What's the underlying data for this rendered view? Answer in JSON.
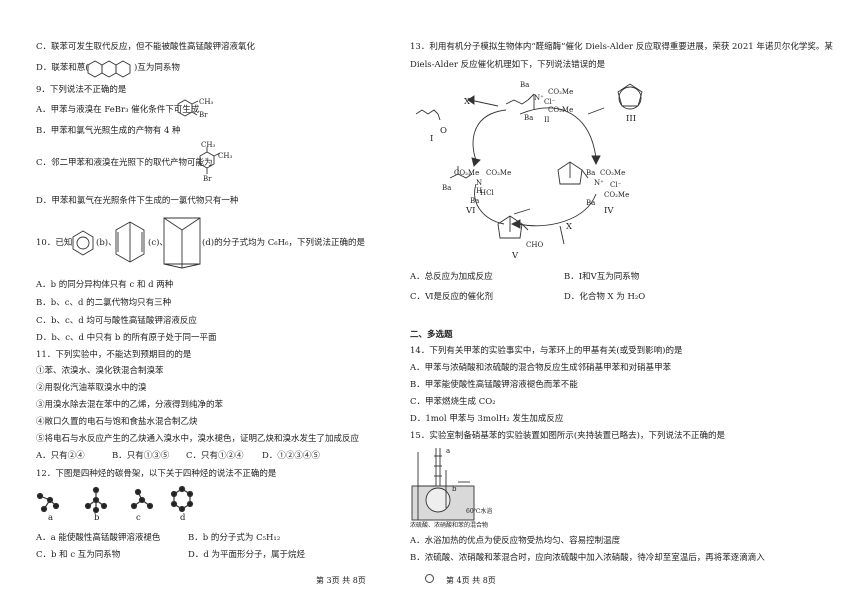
{
  "left": {
    "q8c": "C．联苯可发生取代反应，但不能被酸性高锰酸钾溶液氧化",
    "q8d_a": "D．联苯和蒽(",
    "q8d_b": ")互为同系物",
    "q9": "9．下列说法不正确的是",
    "q9a": "A．甲苯与液溴在 FeBr₃ 催化条件下可生成",
    "q9b": "B．甲苯和氯气光照生成的产物有 4 种",
    "q9c": "C．邻二甲苯和液溴在光照下的取代产物可能为",
    "q9d": "D．甲苯和氯气在光照条件下生成的一氯代物只有一种",
    "q10_pre": "10．已知",
    "q10_b": "(b)、",
    "q10_c": "(c)、",
    "q10_d": "(d)的分子式均为 C₆H₆，下列说法正确的是",
    "q10a": "A．b 的同分异构体只有 c 和 d 两种",
    "q10b": "B．b、c、d 的二氯代物均只有三种",
    "q10c": "C．b、c、d 均可与酸性高锰酸钾溶液反应",
    "q10d": "D．b、c、d 中只有 b 的所有原子处于同一平面",
    "q11": "11．下列实验中，不能达到预期目的的是",
    "q11_1": "①苯、浓溴水、溴化铁混合制溴苯",
    "q11_2": "②用裂化汽油萃取溴水中的溴",
    "q11_3": "③用溴水除去混在苯中的乙烯，分液得到纯净的苯",
    "q11_4": "④敞口久置的电石与饱和食盐水混合制乙炔",
    "q11_5": "⑤将电石与水反应产生的乙炔通入溴水中，溴水褪色，证明乙炔和溴水发生了加成反应",
    "q11_opts": [
      "A．只有②④",
      "B．只有①③⑤",
      "C．只有①②④",
      "D．①②③④⑤"
    ],
    "q12": "12．下图是四种烃的碳骨架，以下关于四种烃的说法不正确的是",
    "q12_labels": [
      "a",
      "b",
      "c",
      "d"
    ],
    "q12a": "A．a 能使酸性高锰酸钾溶液褪色",
    "q12b": "B．b 的分子式为 C₅H₁₂",
    "q12c": "C．b 和 c 互为同系物",
    "q12d": "D．d 为平面形分子，属于烷烃",
    "sub_ch3": "CH₃",
    "sub_br": "Br",
    "footer": "第 3页  共 8页"
  },
  "right": {
    "q13_l1": "13．利用有机分子模拟生物体内“醛缩酶”催化 Diels-Alder 反应取得重要进展，荣获 2021 年诺贝尔化学奖。某",
    "q13_l2": "Diels-Alder 反应催化机理如下，下列说法错误的是",
    "scheme": {
      "x_top": "X",
      "x_bottom": "X",
      "label_I": "I",
      "label_II": "II",
      "label_III": "III",
      "label_IV": "IV",
      "label_V": "V",
      "label_VI": "VI",
      "ba": "Ba",
      "co2me": "CO₂Me",
      "cl": "Cl⁻",
      "hcl": "HCl",
      "h": "H",
      "nplus": "N⁺",
      "n": "N",
      "cho": "CHO",
      "o": "O"
    },
    "q13a": "A．总反应为加成反应",
    "q13b": "B．Ⅰ和Ⅴ互为同系物",
    "q13c": "C．Ⅵ是反应的催化剂",
    "q13d": "D．化合物 X 为 H₂O",
    "section2": "二、多选题",
    "q14": "14．下列有关甲苯的实验事实中，与苯环上的甲基有关(或受到影响)的是",
    "q14a": "A．甲苯与浓硝酸和浓硫酸的混合物反应生成邻硝基甲苯和对硝基甲苯",
    "q14b": "B．甲苯能使酸性高锰酸钾溶液褪色而苯不能",
    "q14c": "C．甲苯燃烧生成 CO₂",
    "q14d": "D．1mol 甲苯与 3molH₂ 发生加成反应",
    "q15": "15．实验室制备硝基苯的实验装置如图所示(夹持装置已略去)，下列说法不正确的是",
    "app_a": "a",
    "app_b": "b",
    "app_bath": "60℃水浴",
    "app_mix": "浓硫酸、浓硝酸和苯的混合物",
    "q15a": "A．水浴加热的优点为使反应物受热均匀、容易控制温度",
    "q15b": "B．浓硫酸、浓硝酸和苯混合时，应向浓硫酸中加入浓硝酸，待冷却至室温后，再将苯逐滴滴入",
    "footer": "第 4页  共 8页"
  },
  "colors": {
    "text": "#222222",
    "line": "#333333",
    "water": "#d9d9d9"
  }
}
